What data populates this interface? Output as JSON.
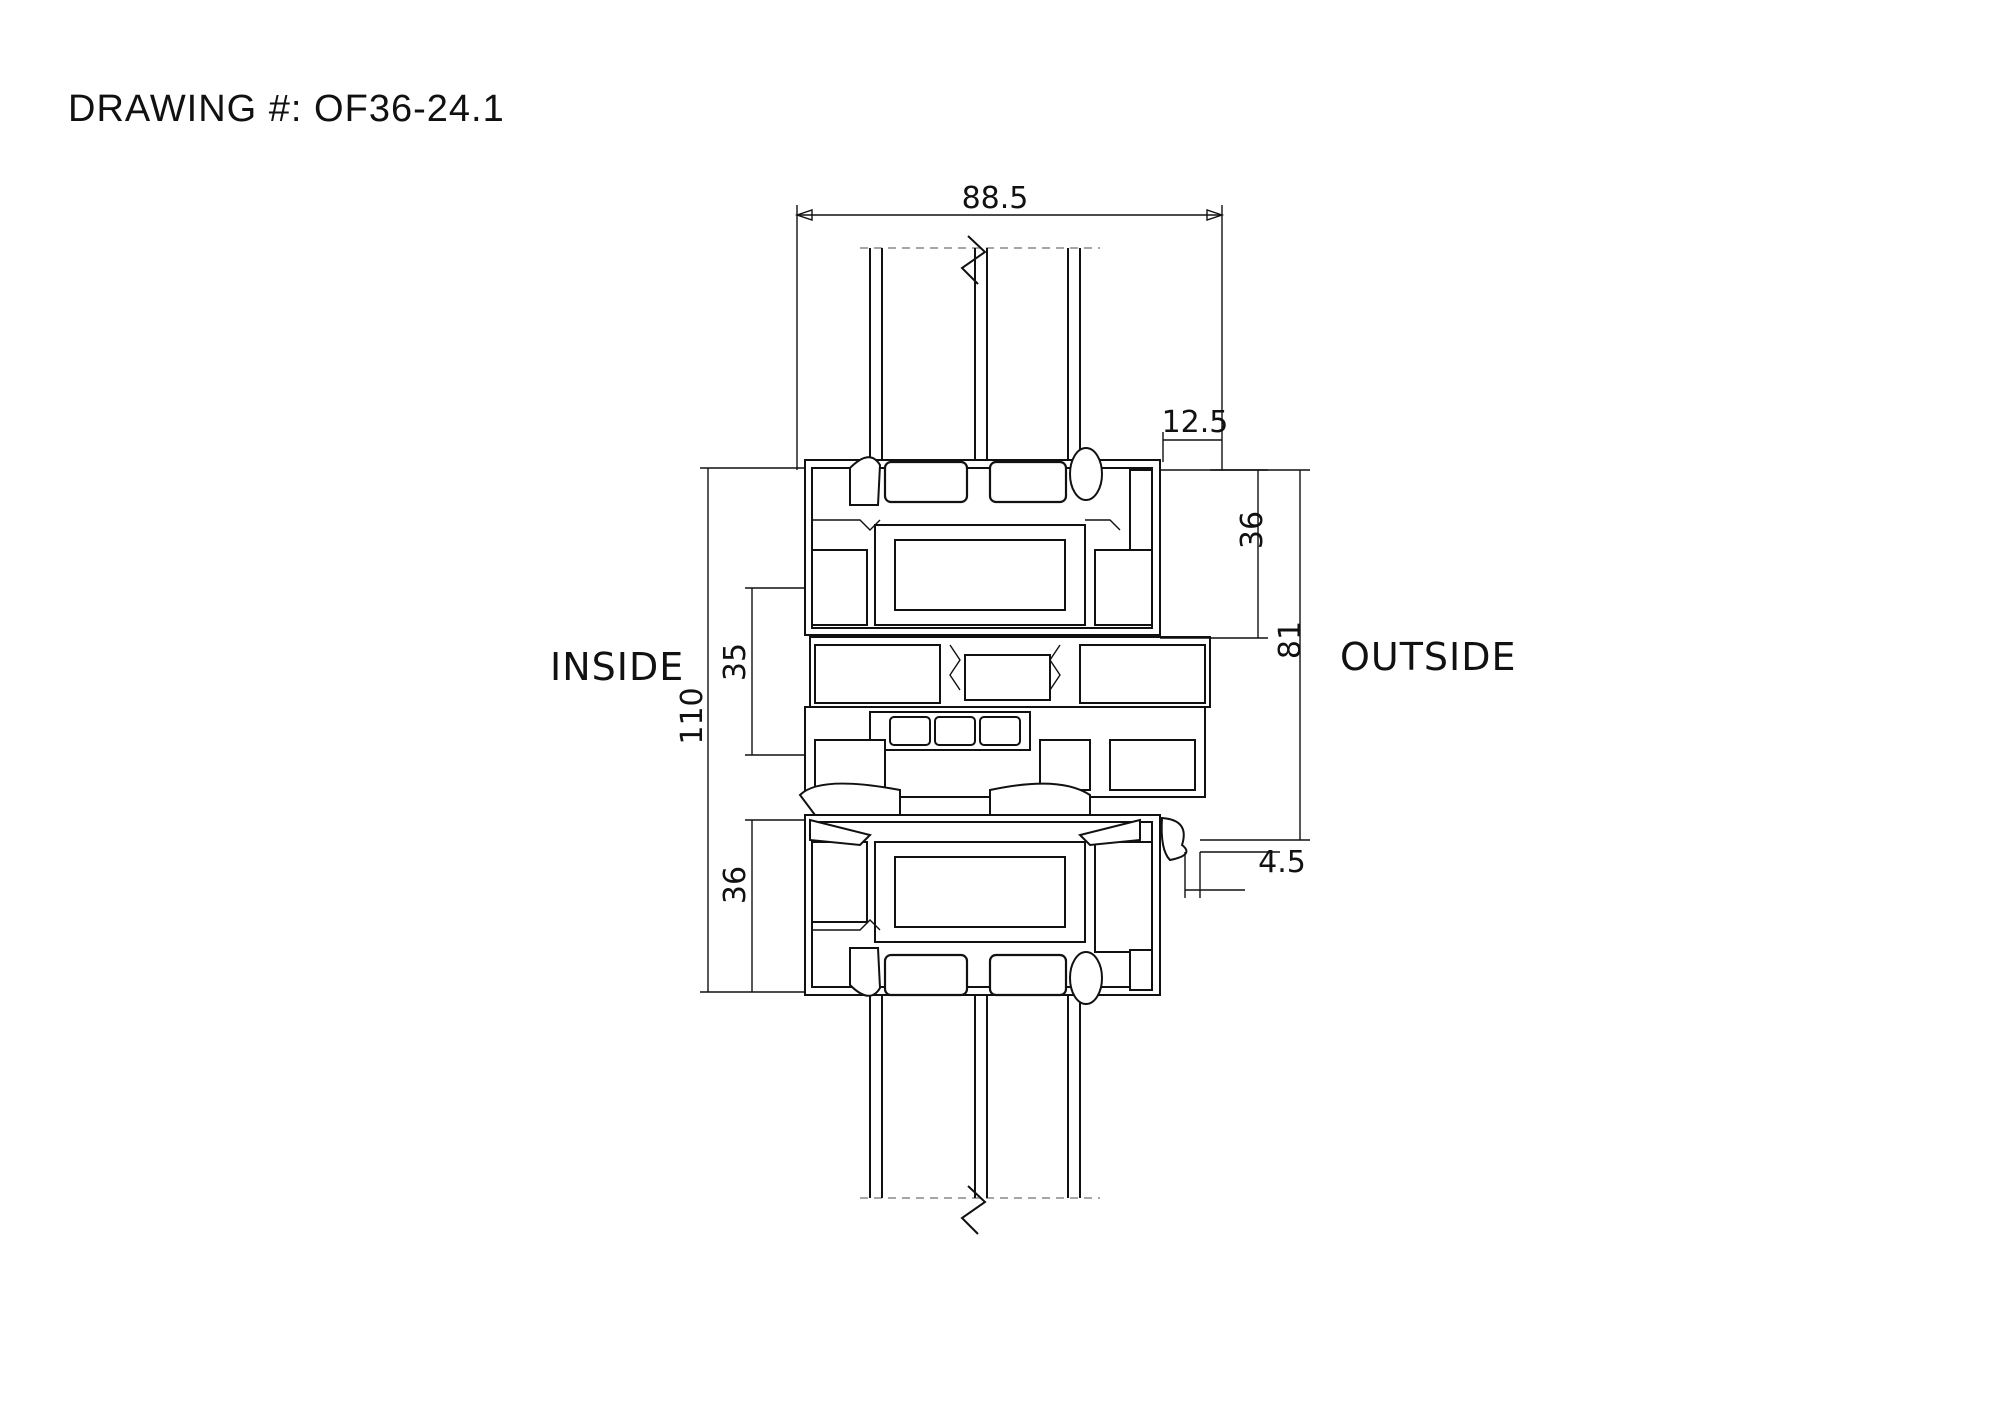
{
  "drawing": {
    "title": "DRAWING #: OF36-24.1"
  },
  "labels": {
    "inside": "INSIDE",
    "outside": "OUTSIDE"
  },
  "dimensions": {
    "overall_width": "88.5",
    "top_offset": "12.5",
    "top_glass_depth": "36",
    "outside_height": "81",
    "overall_height": "110",
    "mid_height": "35",
    "bottom_glass_depth": "36",
    "bottom_offset": "4.5"
  }
}
